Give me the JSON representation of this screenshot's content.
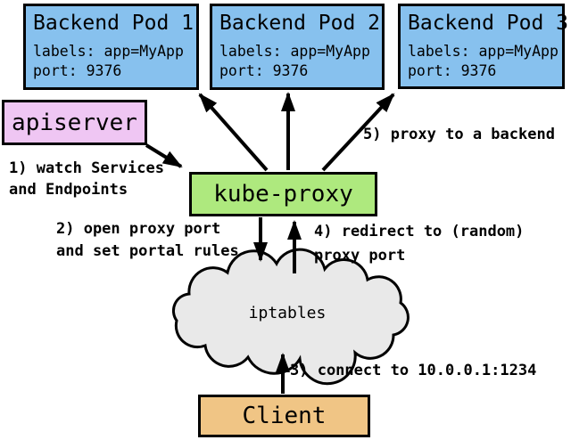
{
  "nodes": {
    "pod1": {
      "title": "Backend Pod 1",
      "labels": "labels: app=MyApp",
      "port": "port: 9376"
    },
    "pod2": {
      "title": "Backend Pod 2",
      "labels": "labels: app=MyApp",
      "port": "port: 9376"
    },
    "pod3": {
      "title": "Backend Pod 3",
      "labels": "labels: app=MyApp",
      "port": "port: 9376"
    },
    "apiserver": {
      "label": "apiserver"
    },
    "kube_proxy": {
      "label": "kube-proxy"
    },
    "iptables": {
      "label": "iptables"
    },
    "client": {
      "label": "Client"
    }
  },
  "annotations": {
    "step1_line1": "1) watch Services",
    "step1_line2": "and Endpoints",
    "step2_line1": "2) open proxy port",
    "step2_line2": "and set portal rules",
    "step3": "3) connect to 10.0.0.1:1234",
    "step4_line1": "4) redirect to (random)",
    "step4_line2": "proxy port",
    "step5": "5) proxy to a backend"
  },
  "colors": {
    "pod_fill": "#87C1EE",
    "apiserver_fill": "#EFC6F3",
    "kube_proxy_fill": "#AEE97E",
    "client_fill": "#F0C585",
    "cloud_fill": "#E9E9E9",
    "outline": "#000000"
  }
}
